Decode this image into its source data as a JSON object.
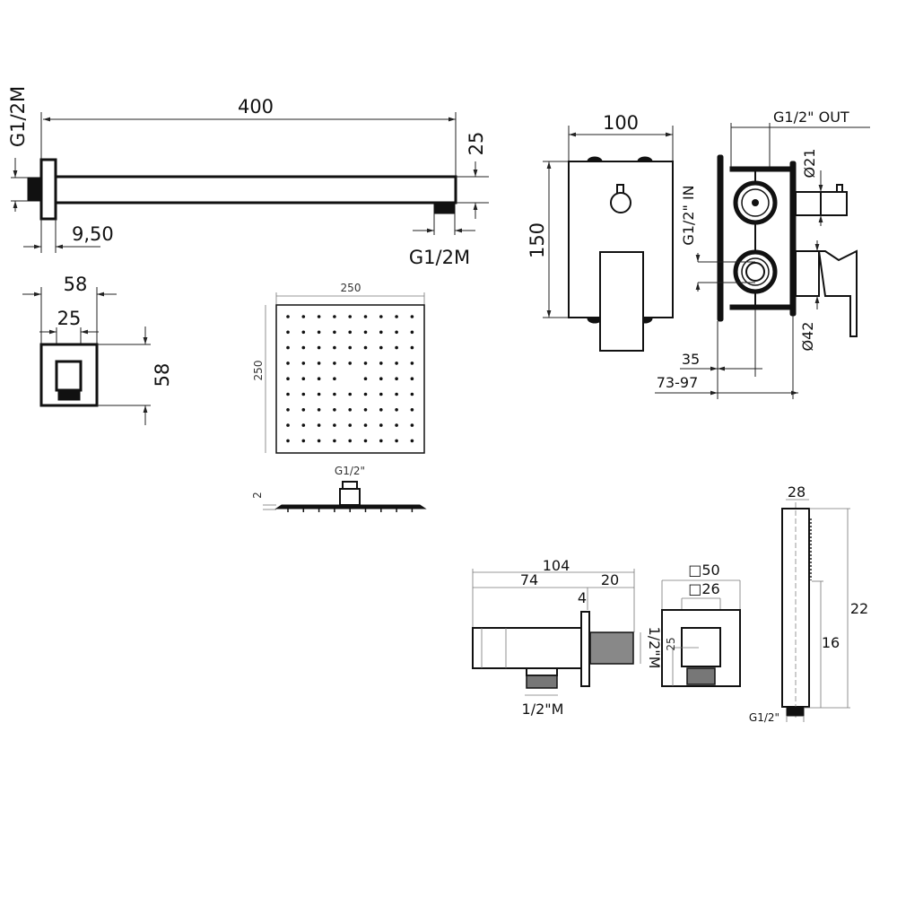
{
  "shower_arm": {
    "length_label": "400",
    "height_label": "25",
    "wall_thread_label": "G1/2M",
    "flange_depth_label": "9,50",
    "outlet_thread_label": "G1/2M"
  },
  "arm_flange": {
    "width_label": "58",
    "inner_width_label": "25",
    "height_label": "58"
  },
  "shower_head": {
    "width_label": "250",
    "height_label": "250",
    "connection_label": "G1/2\"",
    "thickness_label": "2",
    "nozzle_rows": 9,
    "nozzle_cols": 9
  },
  "mixer_valve": {
    "width_label": "100",
    "height_label": "150",
    "outlet_label": "G1/2\" OUT",
    "outlet_diameter_label": "Ø21",
    "inlet_label": "G1/2\" IN",
    "handle_diameter_label": "Ø42",
    "depth_label": "35",
    "install_depth_label": "73-97"
  },
  "wall_outlet": {
    "total_length_label": "104",
    "body_length_label": "74",
    "thread_length_label": "20",
    "plate_thickness_label": "4",
    "rear_thread_label": "1/2\"M",
    "bottom_thread_label": "1/2\"M",
    "plate_size_label": "□50",
    "body_size_label": "□26",
    "height_label": "25"
  },
  "hand_shower": {
    "width_label": "28",
    "length_label": "22",
    "spray_length_label": "16",
    "connection_label": "G1/2\""
  }
}
